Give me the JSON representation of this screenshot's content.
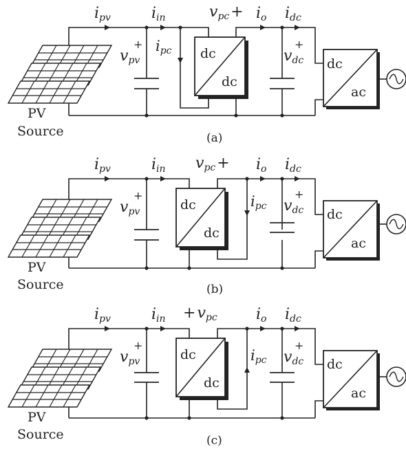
{
  "panels": [
    {
      "id": "a",
      "caption": "(a)",
      "pv_label": "PV",
      "source_label": "Source",
      "currents": {
        "i_pv": "i",
        "i_pv_sub": "pv",
        "i_in": "i",
        "i_in_sub": "in",
        "i_o": "i",
        "i_o_sub": "o",
        "i_dc": "i",
        "i_dc_sub": "dc",
        "i_pc": "i",
        "i_pc_sub": "pc"
      },
      "voltages": {
        "v_pc": "v",
        "v_pc_sub": "pc",
        "v_pc_sign": "+",
        "v_pv": "v",
        "v_pv_sub": "pv",
        "v_pv_sign": "+",
        "v_dc": "v",
        "v_dc_sub": "dc",
        "v_dc_sign": "+"
      },
      "converter_dcdc": {
        "top": "dc",
        "bottom": "dc"
      },
      "converter_dcac": {
        "top": "dc",
        "bottom": "ac"
      }
    },
    {
      "id": "b",
      "caption": "(b)",
      "pv_label": "PV",
      "source_label": "Source",
      "currents": {
        "i_pv": "i",
        "i_pv_sub": "pv",
        "i_in": "i",
        "i_in_sub": "in",
        "i_o": "i",
        "i_o_sub": "o",
        "i_dc": "i",
        "i_dc_sub": "dc",
        "i_pc": "i",
        "i_pc_sub": "pc"
      },
      "voltages": {
        "v_pc": "v",
        "v_pc_sub": "pc",
        "v_pc_sign": "+",
        "v_pv": "v",
        "v_pv_sub": "pv",
        "v_pv_sign": "+",
        "v_dc": "v",
        "v_dc_sub": "dc",
        "v_dc_sign": "+"
      },
      "converter_dcdc": {
        "top": "dc",
        "bottom": "dc"
      },
      "converter_dcac": {
        "top": "dc",
        "bottom": "ac"
      }
    },
    {
      "id": "c",
      "caption": "(c)",
      "pv_label": "PV",
      "source_label": "Source",
      "currents": {
        "i_pv": "i",
        "i_pv_sub": "pv",
        "i_in": "i",
        "i_in_sub": "in",
        "i_o": "i",
        "i_o_sub": "o",
        "i_dc": "i",
        "i_dc_sub": "dc",
        "i_pc": "i",
        "i_pc_sub": "pc"
      },
      "voltages": {
        "v_pc": "v",
        "v_pc_sub": "pc",
        "v_pc_sign": "+",
        "v_pv": "v",
        "v_pv_sub": "pv",
        "v_pv_sign": "+",
        "v_dc": "v",
        "v_dc_sub": "dc",
        "v_dc_sign": "+"
      },
      "converter_dcdc": {
        "top": "dc",
        "bottom": "dc"
      },
      "converter_dcac": {
        "top": "dc",
        "bottom": "ac"
      }
    }
  ]
}
